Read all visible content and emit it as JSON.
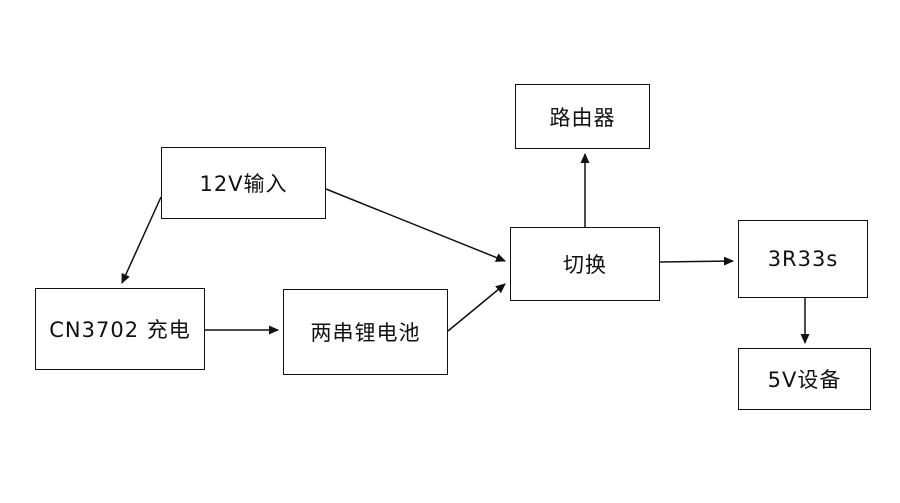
{
  "diagram": {
    "type": "block-diagram",
    "accent_color": "#111111",
    "background_color": "#ffffff",
    "nodes": {
      "router": {
        "label": "路由器"
      },
      "input12v": {
        "label": "12V输入"
      },
      "switch": {
        "label": "切换"
      },
      "regulator": {
        "label": "3R33s"
      },
      "charger": {
        "label": "CN3702 充电"
      },
      "battery": {
        "label": "两串锂电池"
      },
      "device5v": {
        "label": "5V设备"
      }
    },
    "edges": [
      {
        "from": "12V输入",
        "to": "CN3702 充电"
      },
      {
        "from": "12V输入",
        "to": "切换"
      },
      {
        "from": "CN3702 充电",
        "to": "两串锂电池"
      },
      {
        "from": "两串锂电池",
        "to": "切换"
      },
      {
        "from": "切换",
        "to": "路由器"
      },
      {
        "from": "切换",
        "to": "3R33s"
      },
      {
        "from": "3R33s",
        "to": "5V设备"
      }
    ]
  }
}
